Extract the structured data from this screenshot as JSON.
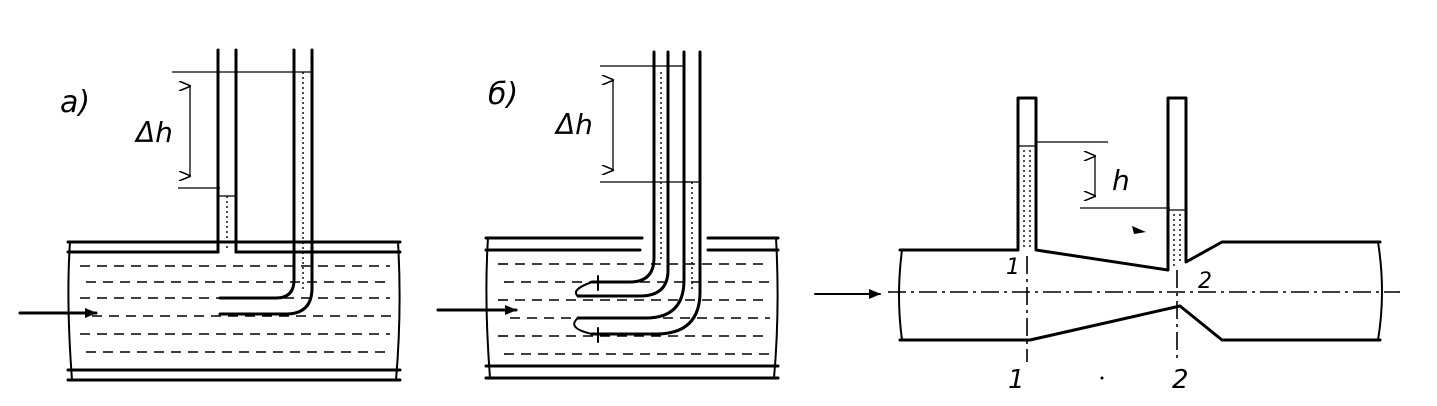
{
  "panels": {
    "a": {
      "label": "а)",
      "dh_label": "Δh"
    },
    "b": {
      "label": "б)",
      "dh_label": "Δh"
    },
    "c": {
      "h_label": "h",
      "section1_top": "1",
      "section2_top": "2",
      "section1_bottom": "1",
      "section2_bottom": "2"
    }
  }
}
